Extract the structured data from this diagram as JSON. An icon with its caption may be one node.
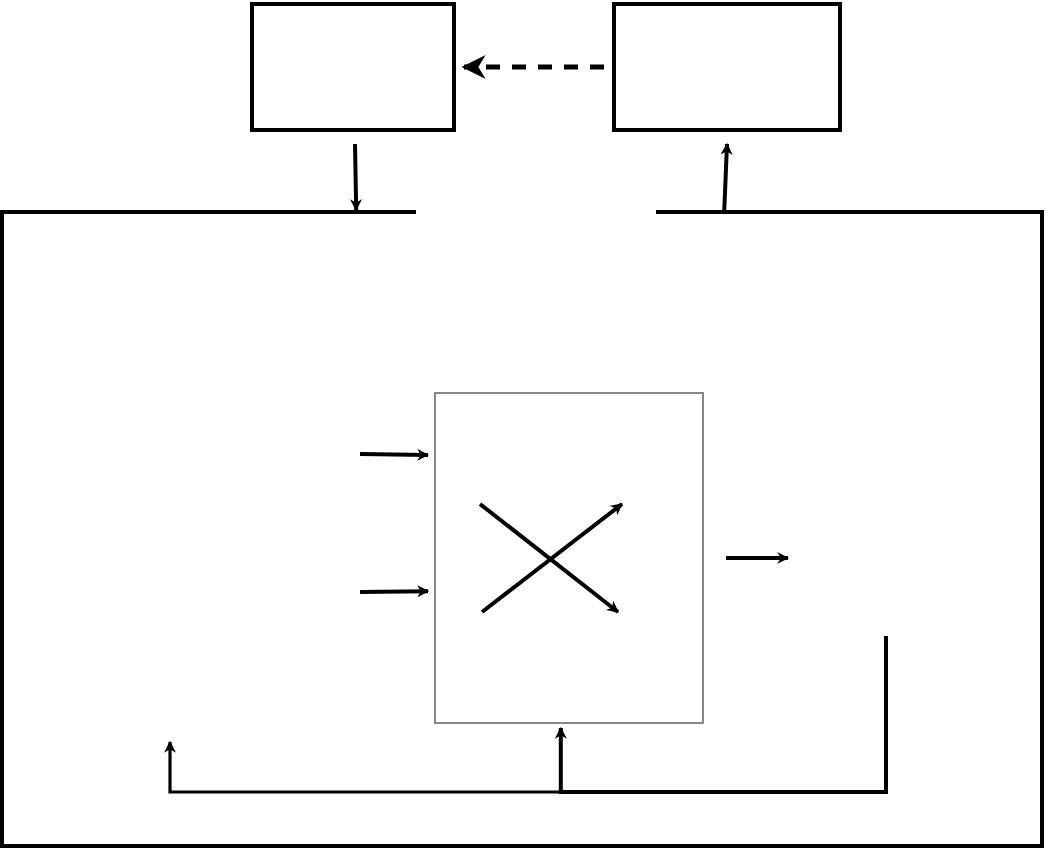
{
  "diagram": {
    "nodes": [
      {
        "text": [],
        "shape": "box"
      },
      {
        "text": [],
        "shape": "box"
      },
      {
        "text": [],
        "shape": "box"
      },
      {
        "text": [],
        "shape": "box",
        "in": 2
      }
    ],
    "edges": [
      {
        "from": 1,
        "to": 0,
        "arrow": "to",
        "style": "dashed"
      },
      {
        "from": 0,
        "to": 2,
        "arrow": "to"
      },
      {
        "from": 2,
        "to": 1,
        "arrow": "to"
      },
      {
        "from": null,
        "to": 3,
        "arrow": "to"
      },
      {
        "from": null,
        "to": 3,
        "arrow": "to"
      },
      {
        "from": 3,
        "to": null,
        "arrow": "to"
      },
      {
        "from": null,
        "to": 3,
        "arrow": "to"
      }
    ]
  }
}
